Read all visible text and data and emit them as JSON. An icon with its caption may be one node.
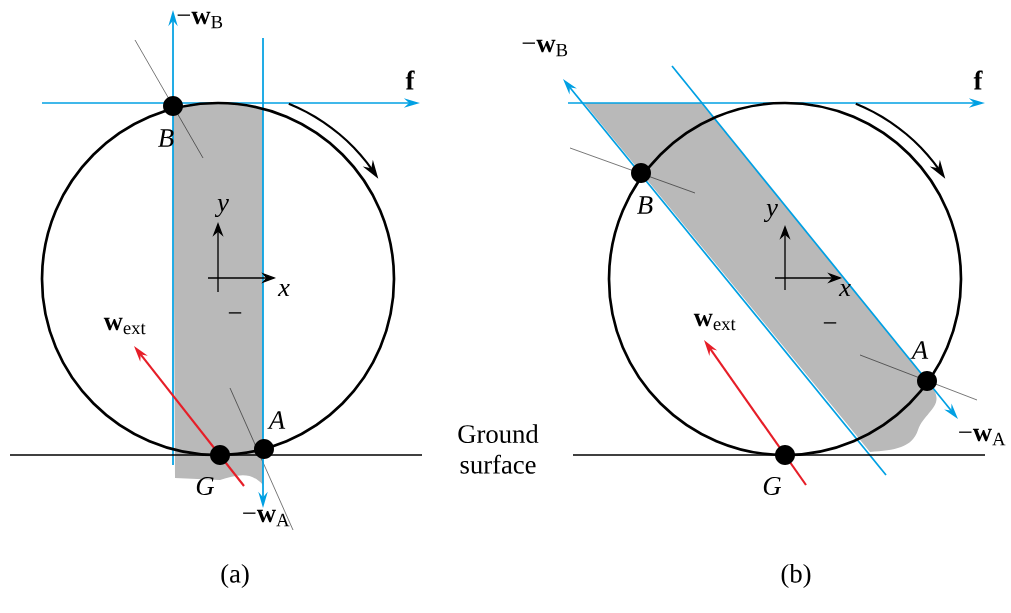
{
  "diagram": {
    "labels": [
      "−**w**$_{B}$",
      "f",
      "B",
      "y",
      "x",
      "−",
      "**w**$_{ext}$",
      "A",
      "G",
      "−**w**$_{A}$",
      "Ground surface",
      "−**w**$_{B}$",
      "f",
      "B",
      "y",
      "x",
      "−",
      "**w**$_{ext}$",
      "A",
      "G",
      "−**w**$_{A}$",
      "(a)",
      "(b)"
    ]
  }
}
